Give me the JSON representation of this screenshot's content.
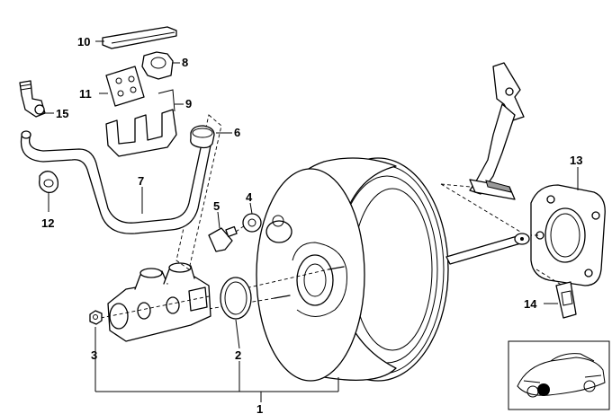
{
  "callouts": [
    {
      "id": "1",
      "label": "1"
    },
    {
      "id": "2",
      "label": "2"
    },
    {
      "id": "3",
      "label": "3"
    },
    {
      "id": "4",
      "label": "4"
    },
    {
      "id": "5",
      "label": "5"
    },
    {
      "id": "6",
      "label": "6"
    },
    {
      "id": "7",
      "label": "7"
    },
    {
      "id": "8",
      "label": "8"
    },
    {
      "id": "9",
      "label": "9"
    },
    {
      "id": "10",
      "label": "10"
    },
    {
      "id": "11",
      "label": "11"
    },
    {
      "id": "12",
      "label": "12"
    },
    {
      "id": "13",
      "label": "13"
    },
    {
      "id": "14",
      "label": "14"
    },
    {
      "id": "15",
      "label": "15"
    }
  ],
  "icons": [
    "brake-booster-icon",
    "master-cylinder-icon",
    "vacuum-hose-icon",
    "brake-pedal-icon",
    "gasket-icon",
    "car-thumbnail-icon"
  ]
}
